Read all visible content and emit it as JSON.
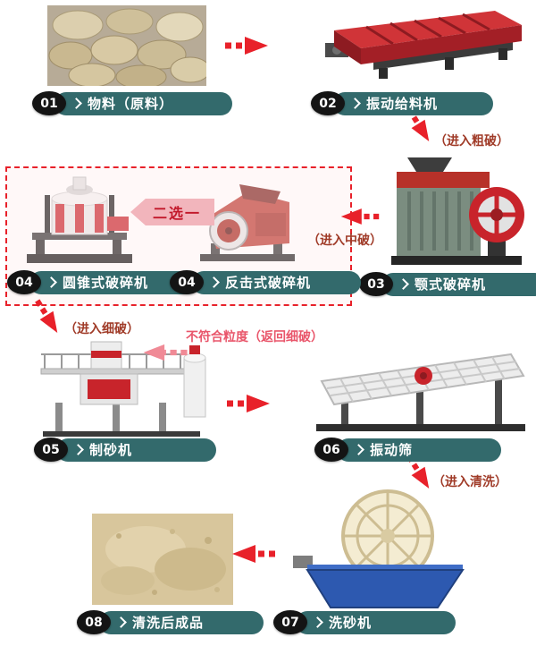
{
  "colors": {
    "arrow_red": "#e8212a",
    "pill_teal": "#336a6c",
    "badge_black": "#141414",
    "annotation_red": "#a03b28",
    "return_pink": "#e9566b",
    "choice_bg": "#f2b5bc",
    "choice_text": "#c2182a"
  },
  "steps": {
    "s01": {
      "num": "01",
      "label": "物料（原料）"
    },
    "s02": {
      "num": "02",
      "label": "振动给料机"
    },
    "s03": {
      "num": "03",
      "label": "颚式破碎机"
    },
    "s04a": {
      "num": "04",
      "label": "圆锥式破碎机"
    },
    "s04b": {
      "num": "04",
      "label": "反击式破碎机"
    },
    "s05": {
      "num": "05",
      "label": "制砂机"
    },
    "s06": {
      "num": "06",
      "label": "振动筛"
    },
    "s07": {
      "num": "07",
      "label": "洗砂机"
    },
    "s08": {
      "num": "08",
      "label": "清洗后成品"
    }
  },
  "annotations": {
    "coarse": "（进入粗破）",
    "medium": "（进入中破）",
    "fine": "（进入细破）",
    "wash": "（进入清洗）",
    "return_note": "不符合粒度（返回细破）",
    "choice": "二选一"
  }
}
